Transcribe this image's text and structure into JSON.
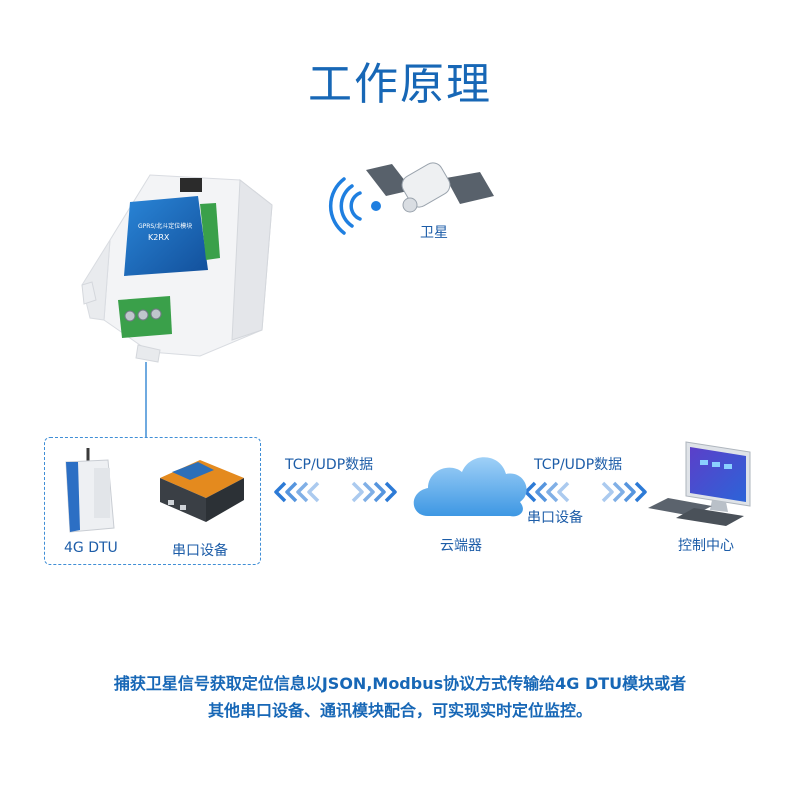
{
  "title": "工作原理",
  "module": {
    "name": "GPRS/北斗定位模块",
    "model": "K2RX"
  },
  "labels": {
    "satellite": "卫星",
    "dtu": "4G DTU",
    "serial_device_left": "串口设备",
    "cloud": "云端器",
    "control_center": "控制中心",
    "serial_device_right": "串口设备"
  },
  "links": {
    "left_protocol": "TCP/UDP数据",
    "right_protocol": "TCP/UDP数据"
  },
  "note": {
    "line1": "捕获卫星信号获取定位信息以JSON,Modbus协议方式传输给4G DTU模块或者",
    "line2": "其他串口设备、通讯模块配合，可实现实时定位监控。"
  },
  "colors": {
    "accent": "#1767b6",
    "line": "#3f8ed6",
    "arrow": "#2c7ad6",
    "module_blue": "#1b6fc4",
    "terminal_green": "#3aa04a"
  }
}
